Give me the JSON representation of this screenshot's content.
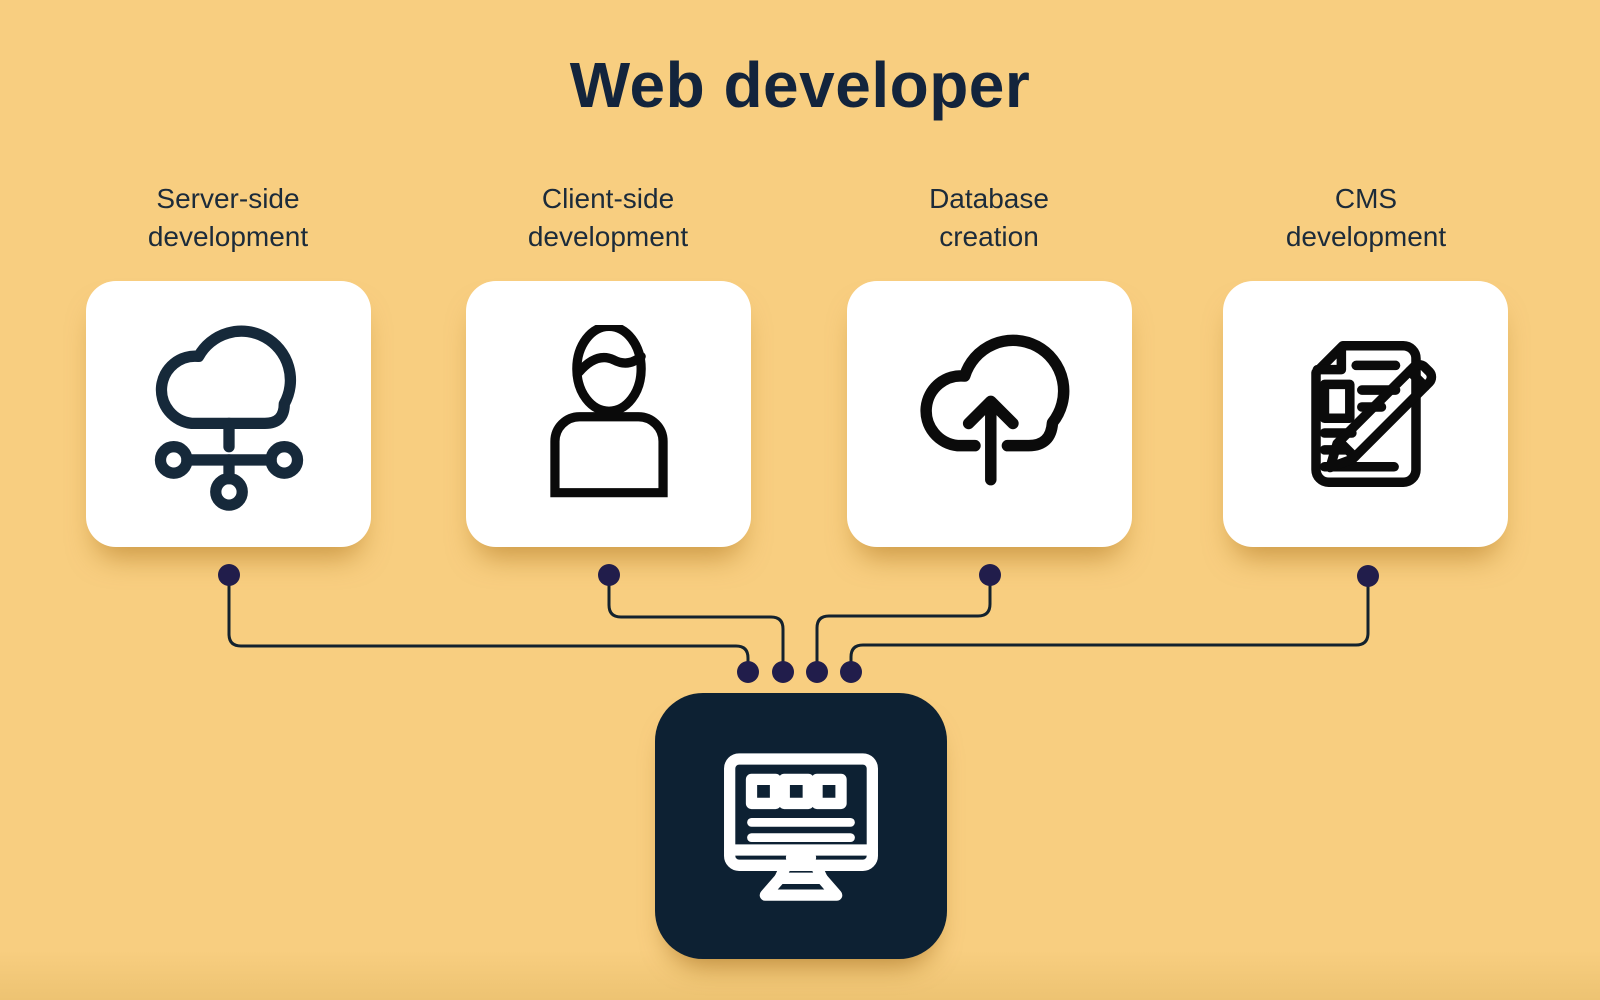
{
  "title": "Web developer",
  "palette": {
    "background": "#F8CE80",
    "card": "#FFFFFF",
    "ink": "#13243C",
    "label_text": "#1C2B3A",
    "connector_line": "#13222E",
    "connector_dot": "#211D4B",
    "hub_background": "#0D2133",
    "icon_stroke": "#0A0A0A",
    "icon_stroke_navy": "#16293A",
    "monitor_stroke": "#FFFFFF"
  },
  "diagram": {
    "nodes": [
      {
        "id": "server-side-development",
        "label_lines": [
          "Server-side",
          "development"
        ],
        "icon": "cloud-network-icon"
      },
      {
        "id": "client-side-development",
        "label_lines": [
          "Client-side",
          "development"
        ],
        "icon": "user-icon"
      },
      {
        "id": "database-creation",
        "label_lines": [
          "Database",
          "creation"
        ],
        "icon": "cloud-upload-icon"
      },
      {
        "id": "cms-development",
        "label_lines": [
          "CMS",
          "development"
        ],
        "icon": "document-pencil-icon"
      }
    ],
    "hub": {
      "id": "web-developer-hub",
      "icon": "monitor-icon"
    },
    "edges": [
      {
        "from": "server-side-development",
        "to": "web-developer-hub"
      },
      {
        "from": "client-side-development",
        "to": "web-developer-hub"
      },
      {
        "from": "database-creation",
        "to": "web-developer-hub"
      },
      {
        "from": "cms-development",
        "to": "web-developer-hub"
      }
    ]
  }
}
